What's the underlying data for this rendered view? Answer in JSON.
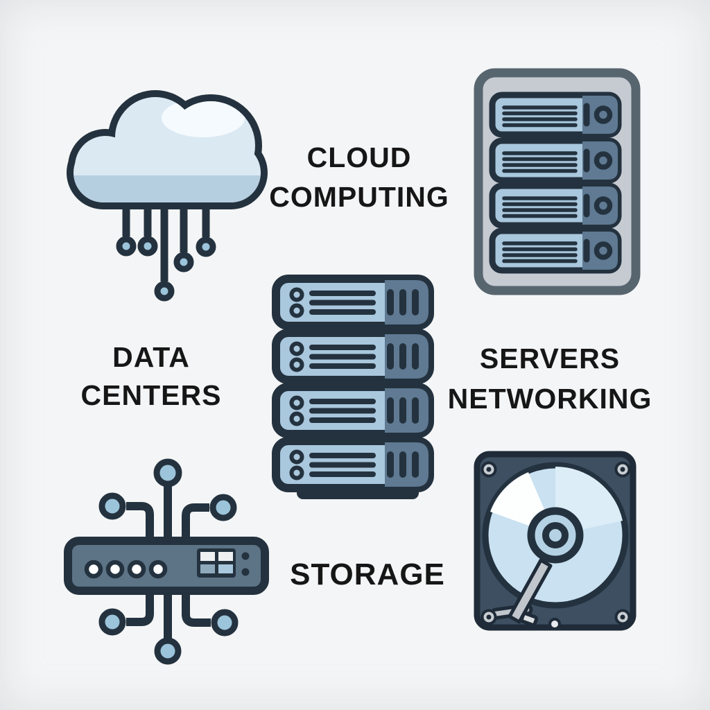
{
  "palette": {
    "canvas_bg": "#f4f5f6",
    "navy": "#24323f",
    "light_blue": "#a9c7dd",
    "node_blue": "#9cc4da",
    "slate": "#5f7a92",
    "switch_body": "#5d7486",
    "cloud_fill": "#dbe9f3",
    "cloud_shade": "#b6cfe0",
    "highlight": "#f7fcff",
    "rack_frame_fill": "#c6cad1",
    "rack_frame_stroke": "#57656f",
    "hdd_case": "#3d4f61",
    "hdd_case_stroke": "#1f2b38",
    "platter": "#c9e1f0",
    "platter_light": "#dcedf8",
    "platter_white": "#fdffff",
    "hub_fill": "#b4d2e4",
    "arm_gray": "#c0c6cb",
    "arm_light": "#dde0e3",
    "screw_gray": "#c8cdd2",
    "screw_light": "#e8ebee",
    "port_white": "#ffffff",
    "grid_white": "#eef0f2",
    "grid_blue": "#a9c7dd",
    "grid_gray_blue": "#8fa9bc",
    "text_color": "#161616"
  },
  "labels": {
    "cloud_computing": {
      "line1": "CLOUD",
      "line2": "COMPUTING"
    },
    "data_centers": {
      "line1": "DATA",
      "line2": "CENTERS"
    },
    "servers_networking": {
      "line1": "SERVERS",
      "line2": "NETWORKING"
    },
    "storage": {
      "line1": "STORAGE"
    }
  },
  "icons": [
    {
      "name": "cloud-icon",
      "meaning": "cloud with network drop lines"
    },
    {
      "name": "server-rack-icon",
      "meaning": "rack cabinet with four servers"
    },
    {
      "name": "server-stack-icon",
      "meaning": "stack of four server units"
    },
    {
      "name": "network-switch-icon",
      "meaning": "switch with six network nodes"
    },
    {
      "name": "hard-drive-icon",
      "meaning": "open hard disk drive"
    }
  ]
}
